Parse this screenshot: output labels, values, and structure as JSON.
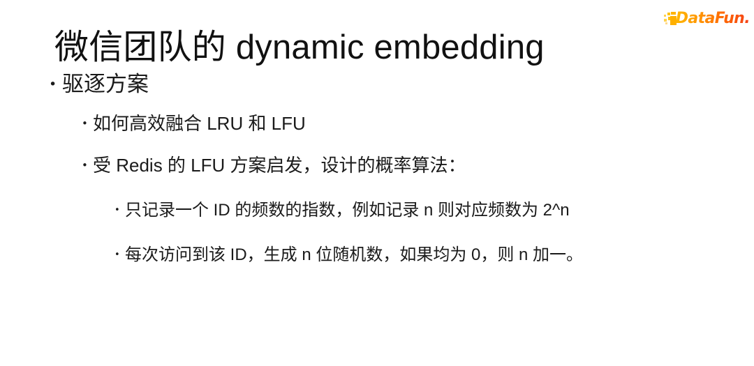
{
  "slide": {
    "title": "微信团队的 dynamic embedding",
    "background_color": "#ffffff",
    "text_color": "#1a1a1a"
  },
  "logo": {
    "text": "DataFun.",
    "accent_start_color": "#FFB800",
    "accent_end_color": "#F4401A",
    "dots_color": "#FFC20E"
  },
  "bullets": {
    "marker_glyph": "•",
    "level1": [
      {
        "text": "驱逐方案"
      }
    ],
    "level2": [
      {
        "text": "如何高效融合 LRU 和 LFU"
      },
      {
        "text": "受 Redis 的 LFU 方案启发，设计的概率算法："
      }
    ],
    "level3": [
      {
        "text": "只记录一个 ID 的频数的指数，例如记录 n 则对应频数为 2^n"
      },
      {
        "text": "每次访问到该 ID，生成 n 位随机数，如果均为 0，则 n 加一。"
      }
    ]
  }
}
